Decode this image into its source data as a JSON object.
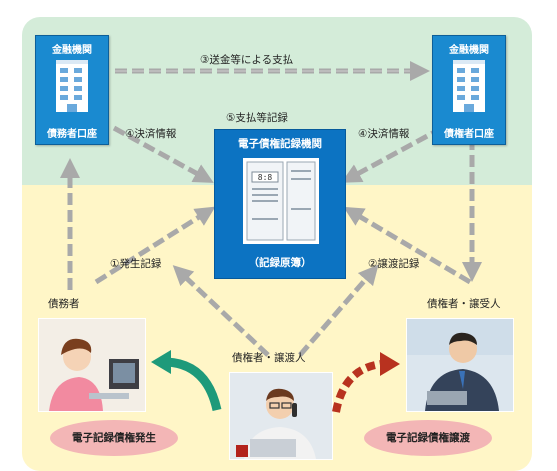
{
  "banks": {
    "left": {
      "title": "金融機関",
      "account": "債務者口座"
    },
    "right": {
      "title": "金融機関",
      "account": "債権者口座"
    }
  },
  "central": {
    "title": "電子債権記録機関",
    "subtitle": "（記録原簿）"
  },
  "flows": {
    "payment": "③送金等による支払",
    "settlement_left": "④決済情報",
    "settlement_right": "④決済情報",
    "payment_record": "⑤支払等記録",
    "occurrence_record": "①発生記録",
    "transfer_record": "②譲渡記録"
  },
  "parties": {
    "debtor": "債務者",
    "creditor_transferor": "債権者・譲渡人",
    "creditor_transferee": "債権者・譲受人"
  },
  "processes": {
    "occurrence": "電子記録債権発生",
    "transfer": "電子記録債権譲渡"
  },
  "colors": {
    "top_zone": "#d4ecd9",
    "bottom_zone": "#fff6c7",
    "bank_blue": "#1a8ad0",
    "central_blue": "#0c73c2",
    "arrow_gray": "#a9a9a9",
    "green_arrow": "#1e9a7a",
    "red_arrow": "#b8321f",
    "ellipse_pink": "#f3b6b6"
  }
}
